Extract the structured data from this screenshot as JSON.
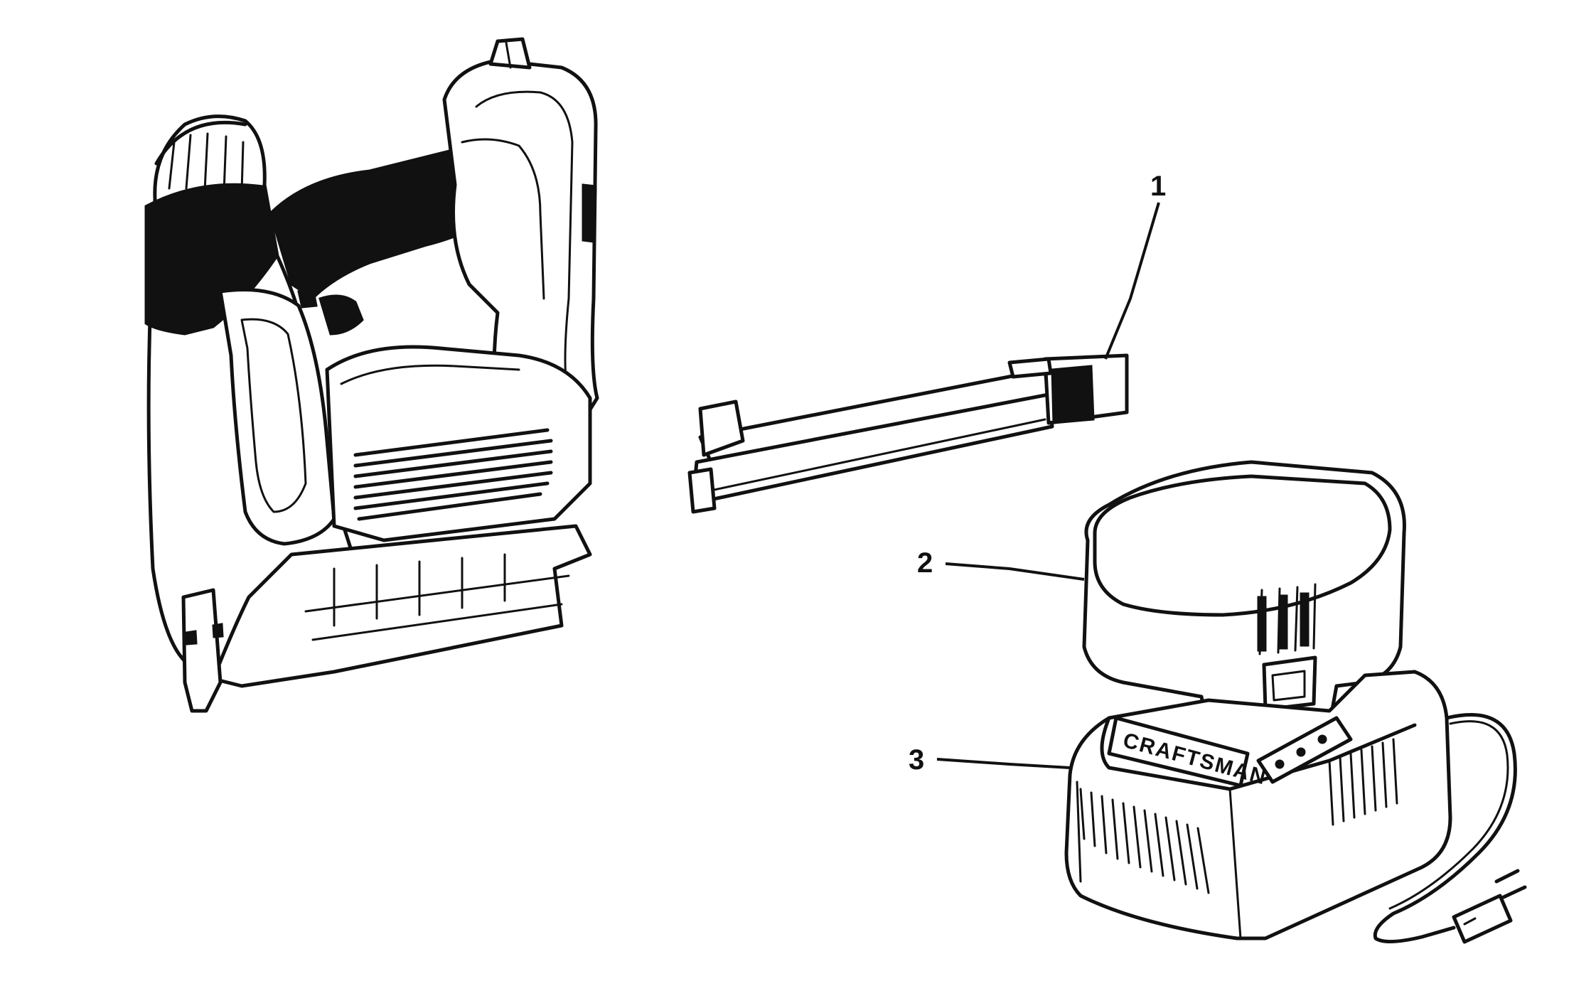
{
  "callouts": [
    {
      "id": "1",
      "label": "1"
    },
    {
      "id": "2",
      "label": "2"
    },
    {
      "id": "3",
      "label": "3"
    }
  ],
  "charger": {
    "brand_label": "CRAFTSMAN"
  },
  "icons": [
    "stapler-tool-drawing",
    "magazine-drawing",
    "battery-pack-drawing",
    "charger-drawing",
    "power-cord-drawing",
    "plug-icon"
  ]
}
